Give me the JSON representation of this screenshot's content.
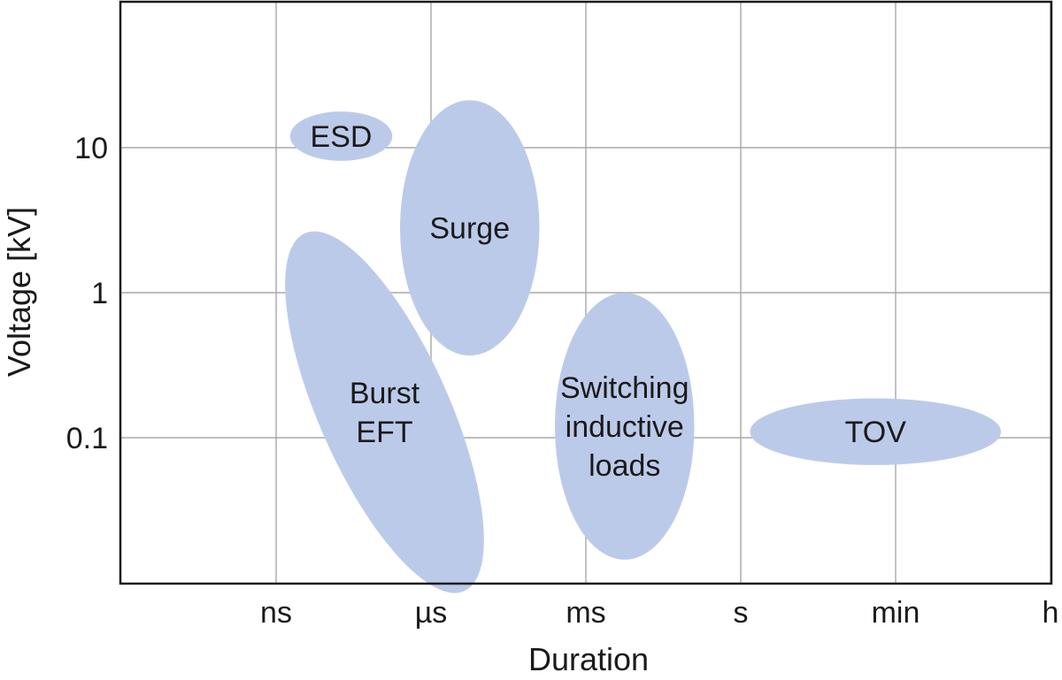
{
  "chart_data": {
    "type": "region-map",
    "xlabel": "Duration",
    "ylabel": "Voltage [kV]",
    "x_categories": [
      "ns",
      "µs",
      "ms",
      "s",
      "min",
      "h"
    ],
    "y_scale": "log",
    "y_ticks": [
      {
        "value": 10,
        "label": "10"
      },
      {
        "value": 1,
        "label": "1"
      },
      {
        "value": 0.1,
        "label": "0.1"
      }
    ],
    "grid": true,
    "fill_color": "#bccaea",
    "regions": [
      {
        "name": "ESD",
        "lines": [
          "ESD"
        ],
        "x_center": 0.42,
        "x_half_width": 0.33,
        "y_center": 12,
        "y_span_decades": 0.17,
        "rotation": 0
      },
      {
        "name": "Surge",
        "lines": [
          "Surge"
        ],
        "x_center": 1.25,
        "x_half_width": 0.45,
        "y_center": 2.8,
        "y_span_decades": 0.88,
        "rotation": 0
      },
      {
        "name": "Burst EFT",
        "lines": [
          "Burst",
          "EFT"
        ],
        "x_center": 0.7,
        "x_half_width": 0.42,
        "y_center": 0.15,
        "y_span_decades": 1.35,
        "rotation": -24
      },
      {
        "name": "Switching inductive loads",
        "lines": [
          "Switching",
          "inductive",
          "loads"
        ],
        "x_center": 2.25,
        "x_half_width": 0.45,
        "y_center": 0.12,
        "y_span_decades": 0.92,
        "rotation": 0
      },
      {
        "name": "TOV",
        "lines": [
          "TOV"
        ],
        "x_center": 3.87,
        "x_half_width": 0.81,
        "y_center": 0.11,
        "y_span_decades": 0.23,
        "rotation": 0
      }
    ]
  }
}
